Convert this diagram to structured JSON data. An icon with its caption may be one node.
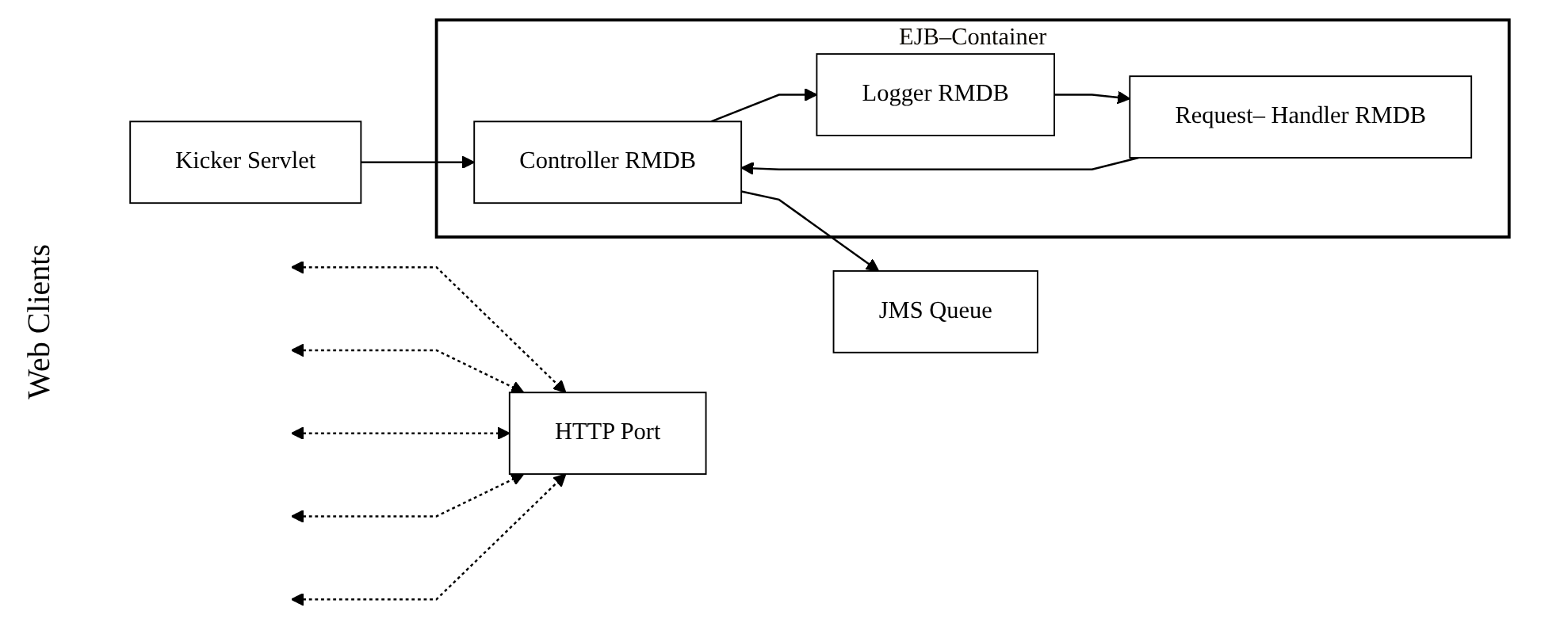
{
  "diagram": {
    "nodes": [
      {
        "text": [
          "HTTP Port"
        ]
      },
      {
        "text": [
          "Kicker Servlet"
        ]
      },
      {
        "text": [
          "JMS Queue"
        ]
      },
      {
        "text": [
          "EJB–Container"
        ]
      },
      {
        "text": [
          "Controller RMDB"
        ],
        "in": 3
      },
      {
        "text": [
          "Logger RMDB"
        ],
        "in": 3
      },
      {
        "text": [
          "Request– Handler RMDB"
        ],
        "in": 3
      }
    ],
    "edges": [
      {
        "from": null,
        "to": 0,
        "arrow": "both",
        "style": "dashed"
      },
      {
        "from": null,
        "to": 0,
        "arrow": "both",
        "style": "dashed"
      },
      {
        "from": null,
        "to": 0,
        "arrow": "both",
        "style": "dashed"
      },
      {
        "from": null,
        "to": 0,
        "arrow": "both",
        "style": "dashed"
      },
      {
        "from": null,
        "to": 0,
        "arrow": "both",
        "style": "dashed"
      },
      {
        "from": 1,
        "to": 4,
        "arrow": "to"
      },
      {
        "from": 4,
        "to": 2,
        "arrow": "to"
      },
      {
        "from": 4,
        "to": 5,
        "arrow": "to"
      },
      {
        "from": 5,
        "to": 6,
        "arrow": "to"
      },
      {
        "from": 6,
        "to": 4,
        "arrow": "to"
      }
    ],
    "labels": [
      "Web Clients"
    ]
  }
}
